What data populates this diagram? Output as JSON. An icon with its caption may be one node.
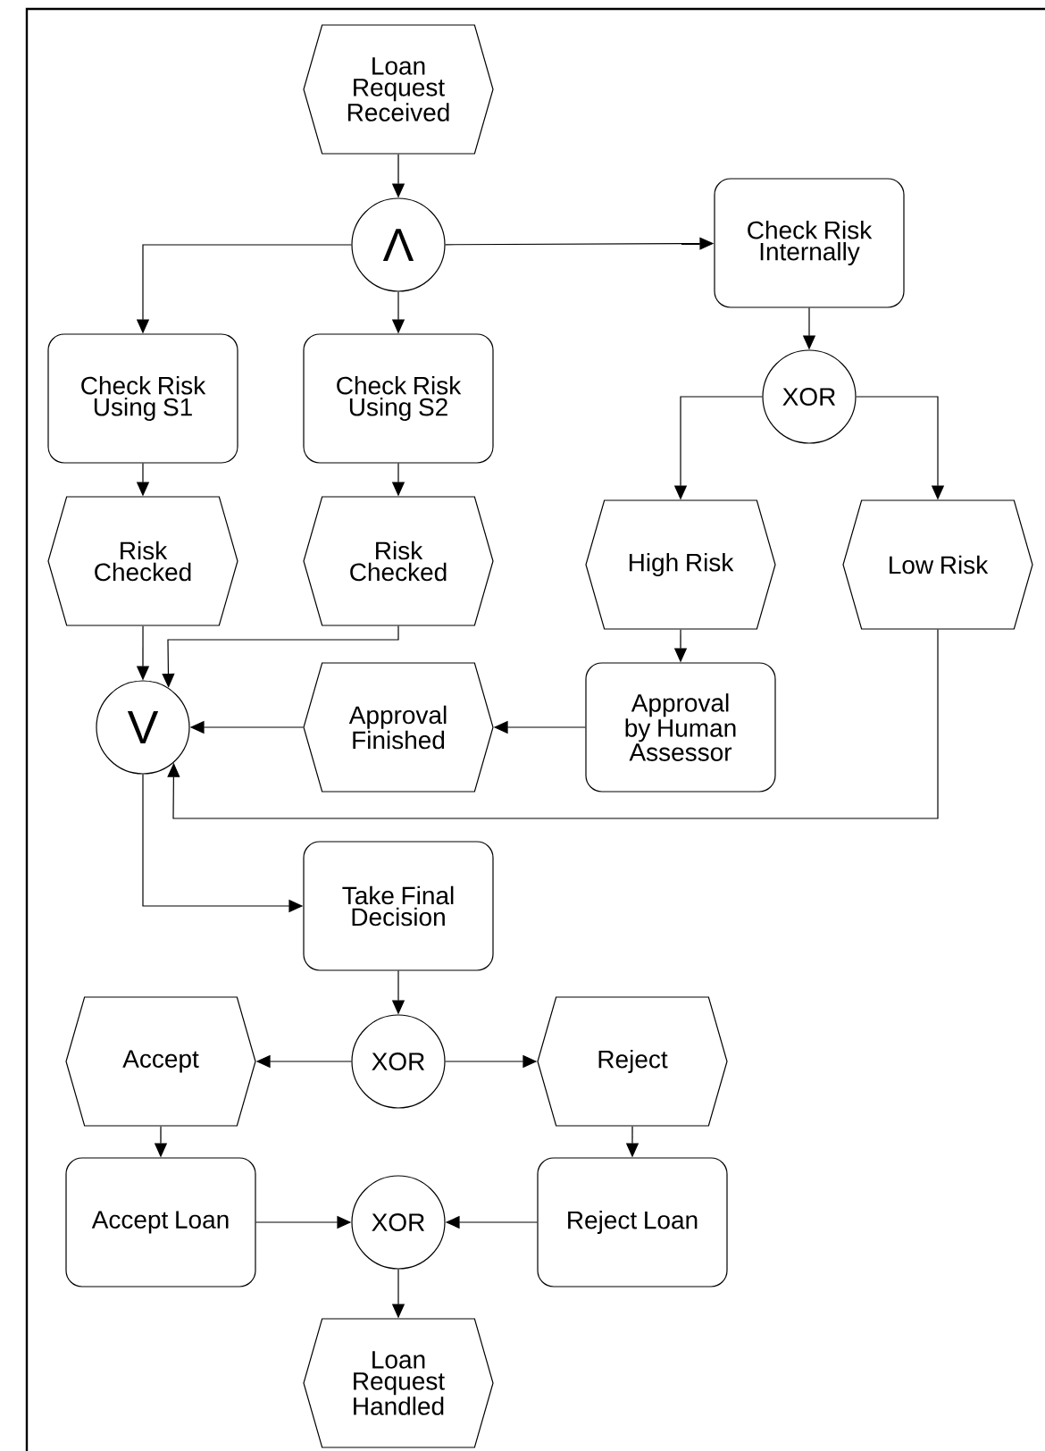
{
  "diagram": {
    "nodes": [
      {
        "text": [
          "Loan Request Received"
        ]
      },
      {
        "text": [
          "Λ"
        ]
      },
      {
        "text": [
          "Check Risk Internally"
        ]
      },
      {
        "text": [
          "Check Risk Using S1"
        ]
      },
      {
        "text": [
          "Check Risk Using S2"
        ]
      },
      {
        "text": [
          "XOR"
        ]
      },
      {
        "text": [
          "Risk Checked"
        ]
      },
      {
        "text": [
          "Risk Checked"
        ]
      },
      {
        "text": [
          "High Risk"
        ]
      },
      {
        "text": [
          "Low Risk"
        ]
      },
      {
        "text": [
          "V"
        ]
      },
      {
        "text": [
          "Approval Finished"
        ]
      },
      {
        "text": [
          "Approval by Human Assessor"
        ]
      },
      {
        "text": [
          "Take Final Decision"
        ]
      },
      {
        "text": [
          "XOR"
        ]
      },
      {
        "text": [
          "Accept"
        ]
      },
      {
        "text": [
          "Reject"
        ]
      },
      {
        "text": [
          "Accept Loan"
        ]
      },
      {
        "text": [
          "XOR"
        ]
      },
      {
        "text": [
          "Reject Loan"
        ]
      },
      {
        "text": [
          "Loan Request Handled"
        ]
      }
    ],
    "edges": [
      {
        "from": 0,
        "to": 1,
        "arrow": "to"
      },
      {
        "from": 1,
        "to": 3,
        "arrow": "to"
      },
      {
        "from": 1,
        "to": 4,
        "arrow": "to"
      },
      {
        "from": 1,
        "to": 2,
        "arrow": "to"
      },
      {
        "from": 3,
        "to": 6,
        "arrow": "to"
      },
      {
        "from": 4,
        "to": 7,
        "arrow": "to"
      },
      {
        "from": 2,
        "to": 5,
        "arrow": "to"
      },
      {
        "from": 5,
        "to": 8,
        "arrow": "to"
      },
      {
        "from": 5,
        "to": 9,
        "arrow": "to"
      },
      {
        "from": 8,
        "to": 12,
        "arrow": "to"
      },
      {
        "from": 6,
        "to": 10,
        "arrow": "to"
      },
      {
        "from": 7,
        "to": 10,
        "arrow": "to"
      },
      {
        "from": 12,
        "to": 11,
        "arrow": "to"
      },
      {
        "from": 11,
        "to": 10,
        "arrow": "to"
      },
      {
        "from": 9,
        "to": 10,
        "arrow": "to"
      },
      {
        "from": 10,
        "to": 13,
        "arrow": "to"
      },
      {
        "from": 13,
        "to": 14,
        "arrow": "to"
      },
      {
        "from": 14,
        "to": 15,
        "arrow": "to"
      },
      {
        "from": 14,
        "to": 16,
        "arrow": "to"
      },
      {
        "from": 15,
        "to": 17,
        "arrow": "to"
      },
      {
        "from": 16,
        "to": 19,
        "arrow": "to"
      },
      {
        "from": 17,
        "to": 18,
        "arrow": "to"
      },
      {
        "from": 19,
        "to": 18,
        "arrow": "to"
      },
      {
        "from": 18,
        "to": 20,
        "arrow": "to"
      }
    ]
  }
}
